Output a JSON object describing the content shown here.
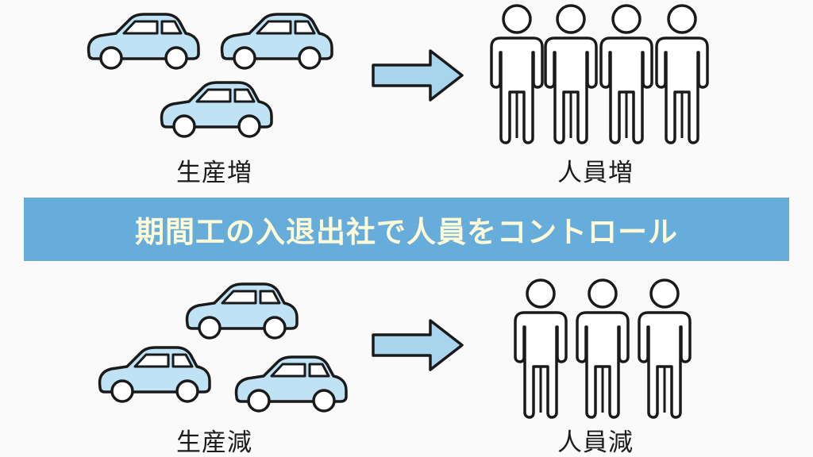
{
  "banner": {
    "text": "期間工の入退出社で人員をコントロール"
  },
  "top": {
    "left_label": "生産増",
    "right_label": "人員増",
    "car_count": 3,
    "person_count": 4
  },
  "bottom": {
    "left_label": "生産減",
    "right_label": "人員減",
    "car_count": 3,
    "person_count": 3
  },
  "colors": {
    "car_fill": "#bfe3f4",
    "outline": "#1a1a1a",
    "arrow_fill": "#a9d4ee",
    "banner_bg": "#67addc",
    "banner_text": "#fffbd6",
    "person_fill": "#ffffff"
  },
  "icons": [
    "car-icon",
    "arrow-right-icon",
    "person-icon"
  ]
}
